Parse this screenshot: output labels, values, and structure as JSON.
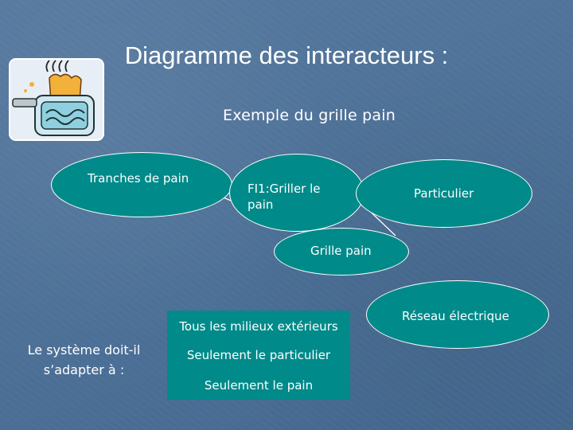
{
  "title": "Diagramme des interacteurs :",
  "subtitle": "Exemple du grille pain",
  "nodes": {
    "tranches": "Tranches de pain",
    "fi1_line1": "FI1:Griller le",
    "fi1_line2": "pain",
    "particulier": "Particulier",
    "grille_pain": "Grille pain",
    "reseau": "Réseau électrique"
  },
  "question": {
    "line1": "Le système doit-il",
    "line2": "s’adapter à :"
  },
  "options": [
    "Tous les milieux extérieurs",
    "Seulement le particulier",
    "Seulement le pain"
  ],
  "colors": {
    "background": "#4a6f9c",
    "node_fill": "#008a8a",
    "text": "#ffffff"
  },
  "icons": [
    "toaster-clipart-icon"
  ]
}
